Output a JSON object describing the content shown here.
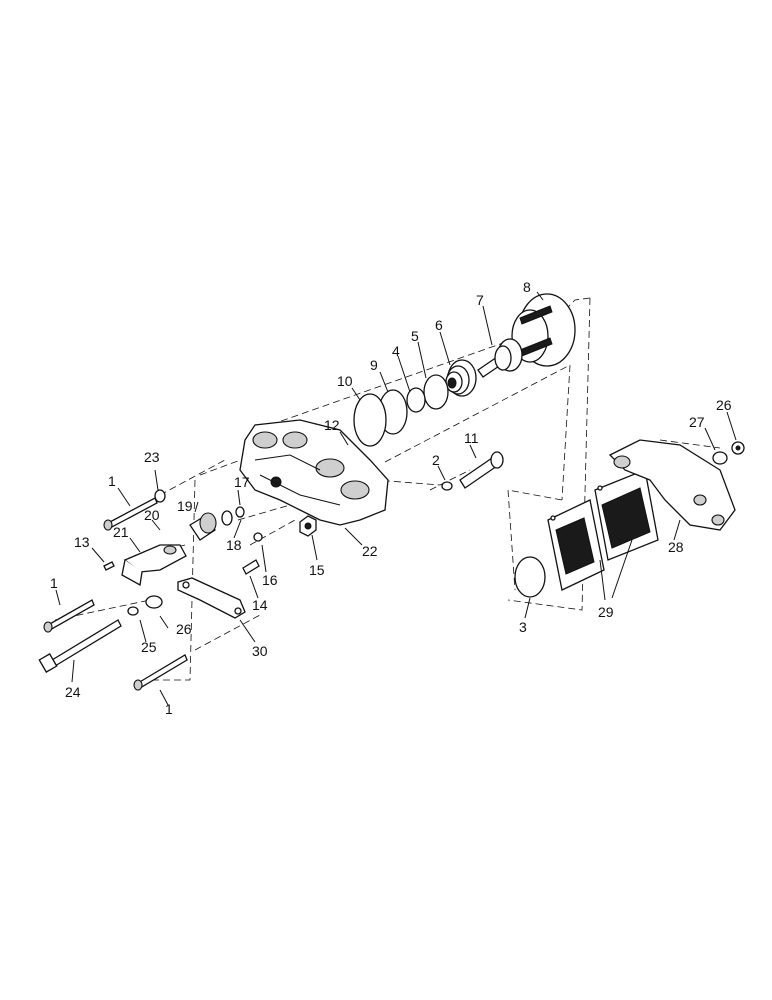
{
  "diagram": {
    "callouts": [
      {
        "id": "c1a",
        "text": "1"
      },
      {
        "id": "c1b",
        "text": "1"
      },
      {
        "id": "c1c",
        "text": "1"
      },
      {
        "id": "c2",
        "text": "2"
      },
      {
        "id": "c3",
        "text": "3"
      },
      {
        "id": "c4",
        "text": "4"
      },
      {
        "id": "c5",
        "text": "5"
      },
      {
        "id": "c6",
        "text": "6"
      },
      {
        "id": "c7",
        "text": "7"
      },
      {
        "id": "c8",
        "text": "8"
      },
      {
        "id": "c9",
        "text": "9"
      },
      {
        "id": "c10",
        "text": "10"
      },
      {
        "id": "c11",
        "text": "11"
      },
      {
        "id": "c12",
        "text": "12"
      },
      {
        "id": "c13",
        "text": "13"
      },
      {
        "id": "c14",
        "text": "14"
      },
      {
        "id": "c15",
        "text": "15"
      },
      {
        "id": "c16",
        "text": "16"
      },
      {
        "id": "c17",
        "text": "17"
      },
      {
        "id": "c18",
        "text": "18"
      },
      {
        "id": "c19",
        "text": "19"
      },
      {
        "id": "c20",
        "text": "20"
      },
      {
        "id": "c21",
        "text": "21"
      },
      {
        "id": "c22",
        "text": "22"
      },
      {
        "id": "c23",
        "text": "23"
      },
      {
        "id": "c24",
        "text": "24"
      },
      {
        "id": "c25",
        "text": "25"
      },
      {
        "id": "c26a",
        "text": "26"
      },
      {
        "id": "c26b",
        "text": "26"
      },
      {
        "id": "c27",
        "text": "27"
      },
      {
        "id": "c28",
        "text": "28"
      },
      {
        "id": "c29",
        "text": "29"
      },
      {
        "id": "c30",
        "text": "30"
      }
    ]
  }
}
